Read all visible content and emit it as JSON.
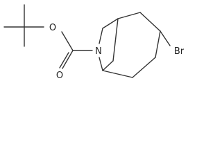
{
  "molecule": {
    "atoms": {
      "ether_oxygen": "O",
      "carbonyl_oxygen": "O",
      "nitrogen": "N",
      "bromine": "Br"
    },
    "colors": {
      "bond": "#333333",
      "label": "#222222",
      "background": "#ffffff"
    }
  }
}
